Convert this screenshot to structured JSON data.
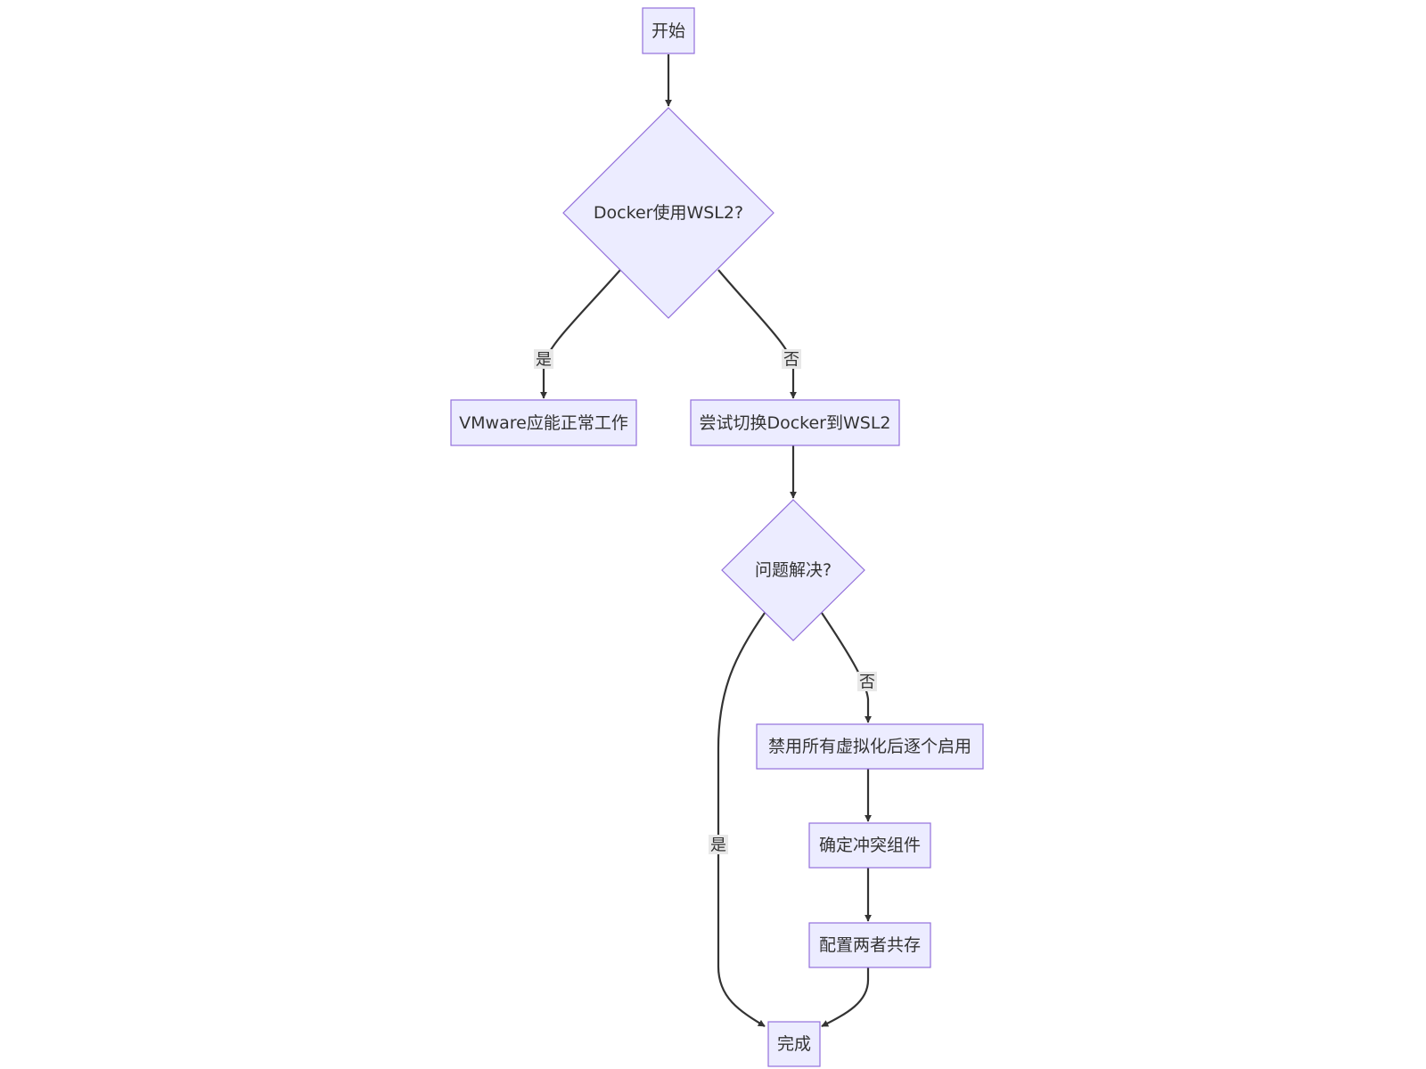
{
  "nodes": {
    "start": "开始",
    "decision_wsl2": "Docker使用WSL2?",
    "vmware_ok": "VMware应能正常工作",
    "switch_wsl2": "尝试切换Docker到WSL2",
    "decision_solved": "问题解决?",
    "disable_all": "禁用所有虚拟化后逐个启用",
    "identify_conflict": "确定冲突组件",
    "configure_coexist": "配置两者共存",
    "done": "完成"
  },
  "edge_labels": {
    "wsl2_yes": "是",
    "wsl2_no": "否",
    "solved_yes": "是",
    "solved_no": "否"
  }
}
